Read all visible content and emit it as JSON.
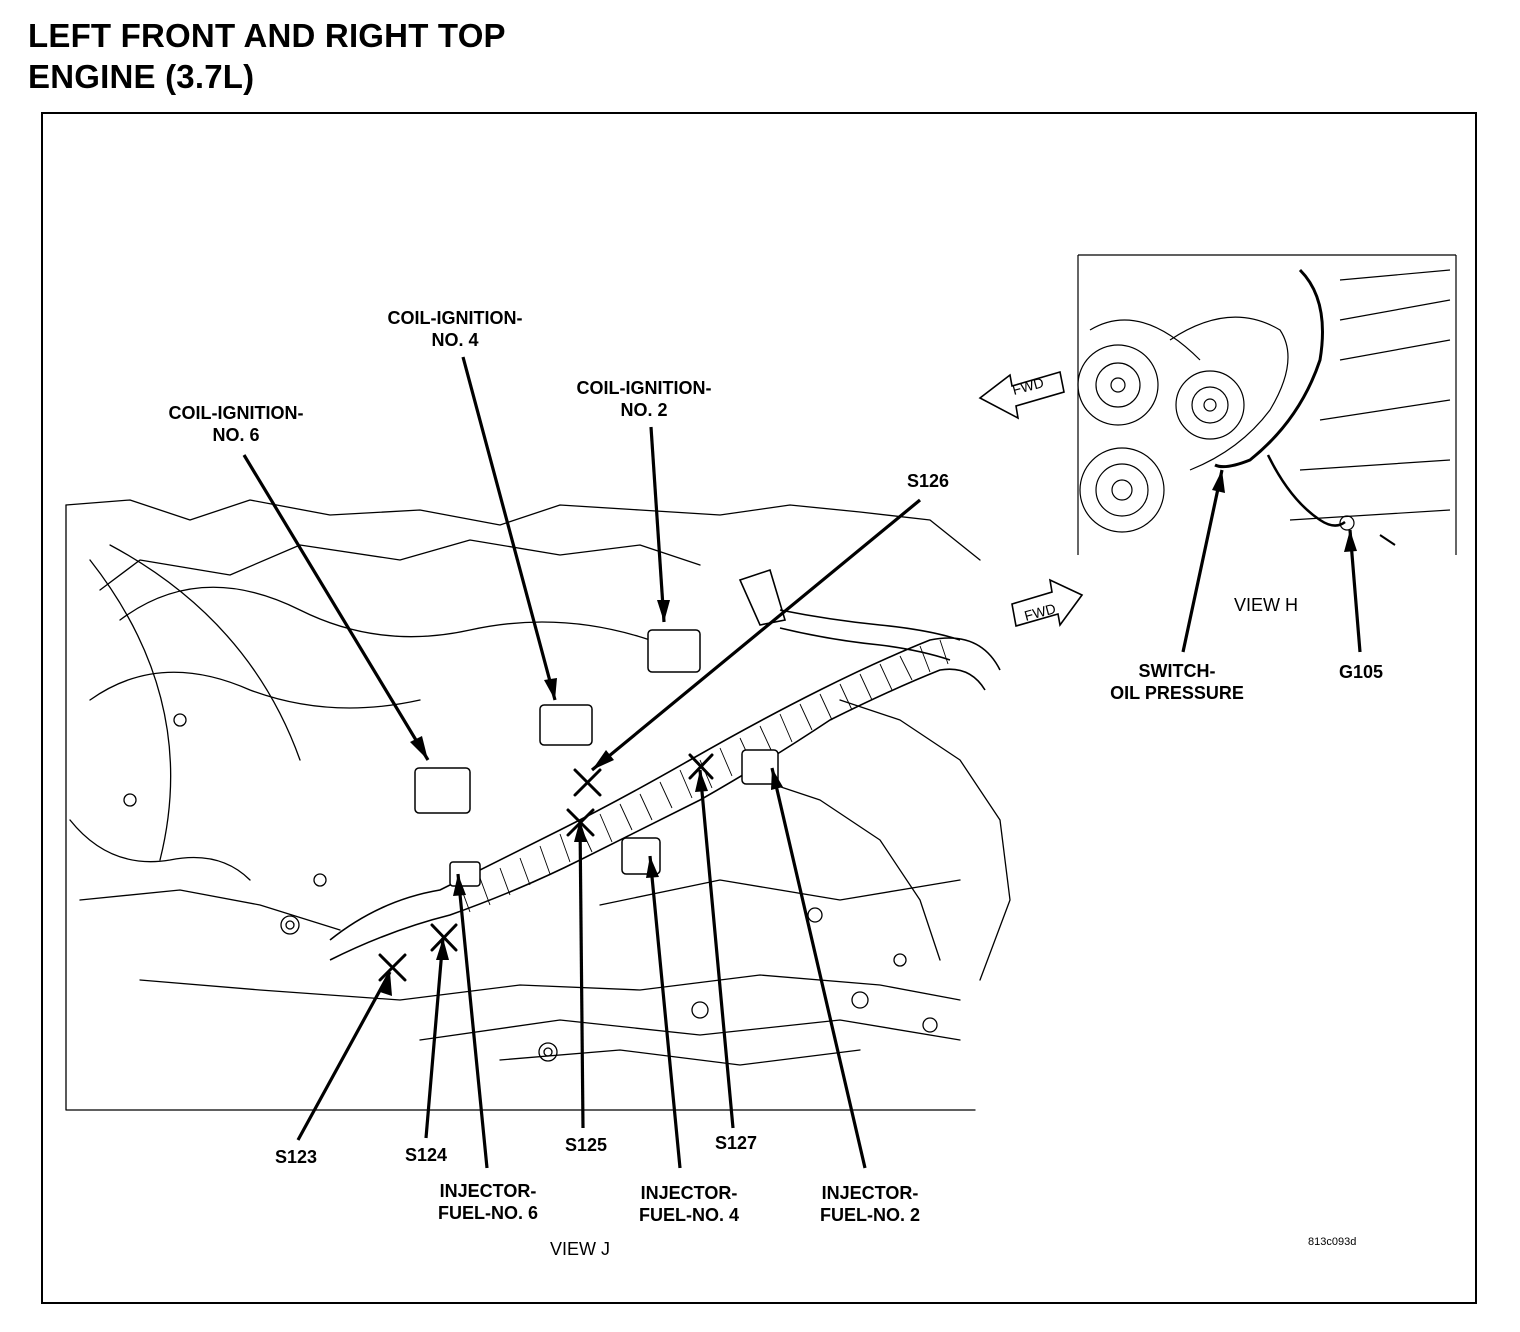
{
  "title": {
    "line1": "LEFT FRONT AND RIGHT TOP",
    "line2": "ENGINE (3.7L)"
  },
  "labels": {
    "coil_no6": [
      "COIL-IGNITION-",
      "NO. 6"
    ],
    "coil_no4": [
      "COIL-IGNITION-",
      "NO. 4"
    ],
    "coil_no2": [
      "COIL-IGNITION-",
      "NO. 2"
    ],
    "s126": "S126",
    "s123": "S123",
    "s124": "S124",
    "s125": "S125",
    "s127": "S127",
    "injector_no6": [
      "INJECTOR-",
      "FUEL-NO. 6"
    ],
    "injector_no4": [
      "INJECTOR-",
      "FUEL-NO. 4"
    ],
    "injector_no2": [
      "INJECTOR-",
      "FUEL-NO. 2"
    ],
    "switch_oil": [
      "SWITCH-",
      "OIL PRESSURE"
    ],
    "g105": "G105"
  },
  "views": {
    "view_h": "VIEW H",
    "view_j": "VIEW J"
  },
  "fwd_arrows": [
    "FWD",
    "FWD"
  ],
  "figure_code": "813c093d",
  "icons": {
    "fwd_arrow": "fwd-arrow-icon",
    "splice_marker": "splice-x-icon"
  }
}
